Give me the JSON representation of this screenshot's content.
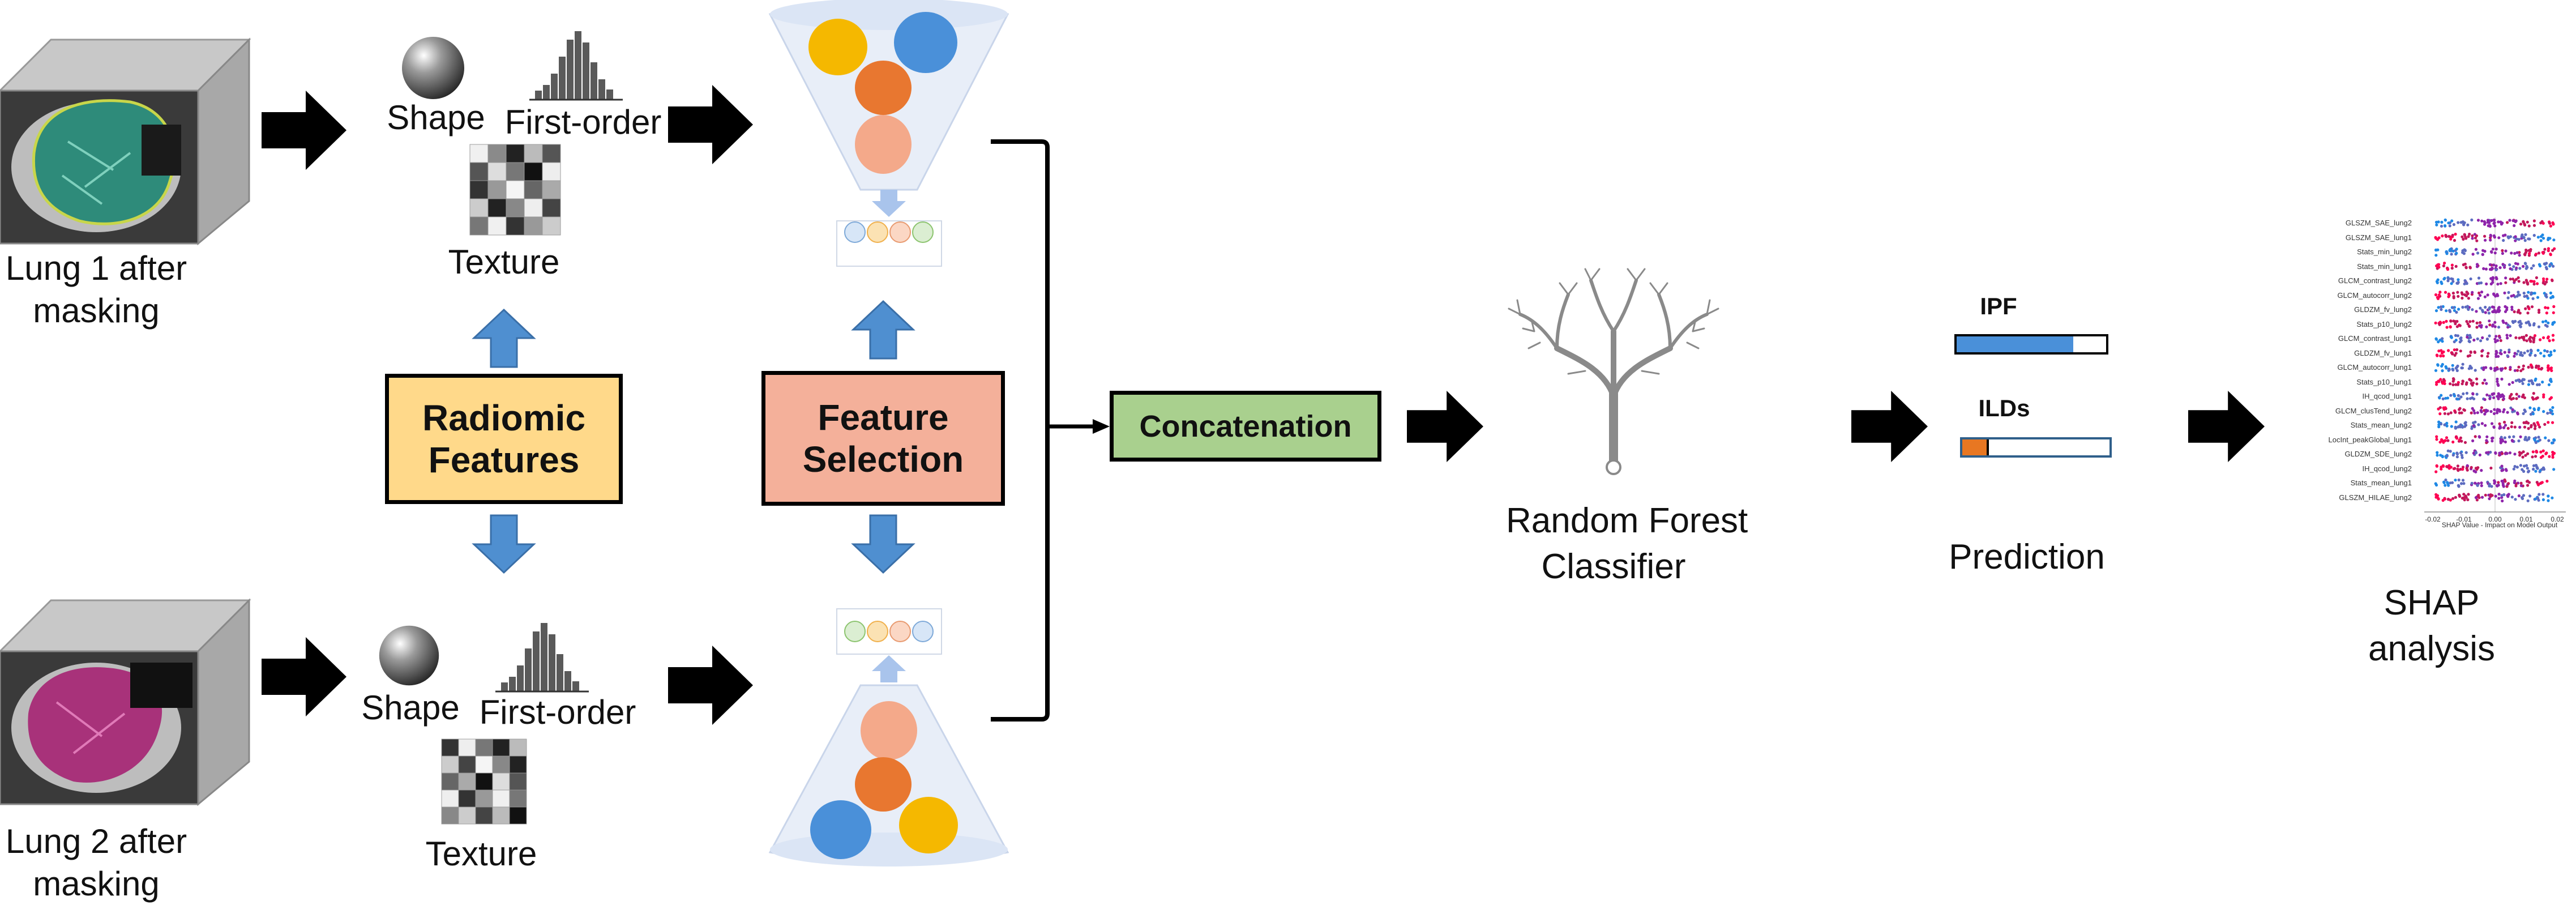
{
  "inputs": {
    "lung1": {
      "line1": "Lung 1 after",
      "line2": "masking"
    },
    "lung2": {
      "line1": "Lung 2 after",
      "line2": "masking"
    }
  },
  "feature_icons": {
    "shape": "Shape",
    "first_order": "First-order",
    "texture": "Texture"
  },
  "boxes": {
    "radiomic": {
      "line1": "Radiomic",
      "line2": "Features",
      "fill": "#ffd98a"
    },
    "selection": {
      "line1": "Feature",
      "line2": "Selection",
      "fill": "#f4b09a"
    },
    "concat": {
      "label": "Concatenation",
      "fill": "#a9d08e"
    }
  },
  "classifier": {
    "line1": "Random Forest",
    "line2": "Classifier"
  },
  "prediction": {
    "label": "Prediction",
    "bars": [
      {
        "name": "IPF",
        "fraction": 0.78,
        "color": "#4a90d9"
      },
      {
        "name": "ILDs",
        "fraction": 0.18,
        "color": "#e87722"
      }
    ]
  },
  "shap": {
    "line1": "SHAP",
    "line2": "analysis",
    "features": [
      "GLSZM_SAE_lung2",
      "GLSZM_SAE_lung1",
      "Stats_min_lung2",
      "Stats_min_lung1",
      "GLCM_contrast_lung2",
      "GLCM_autocorr_lung2",
      "GLDZM_fv_lung2",
      "Stats_p10_lung2",
      "GLCM_contrast_lung1",
      "GLDZM_fv_lung1",
      "GLCM_autocorr_lung1",
      "Stats_p10_lung1",
      "IH_qcod_lung1",
      "GLCM_clusTend_lung2",
      "Stats_mean_lung2",
      "LocInt_peakGlobal_lung1",
      "GLDZM_SDE_lung2",
      "IH_qcod_lung2",
      "Stats_mean_lung1",
      "GLSZM_HILAE_lung2"
    ],
    "ticks": [
      "-0.02",
      "-0.01",
      "0.00",
      "0.01",
      "0.02"
    ],
    "xlabel": "SHAP Value - Impact on Model Output"
  },
  "colors": {
    "arrow_blue": "#4f8fd0",
    "arrow_black": "#000000"
  }
}
